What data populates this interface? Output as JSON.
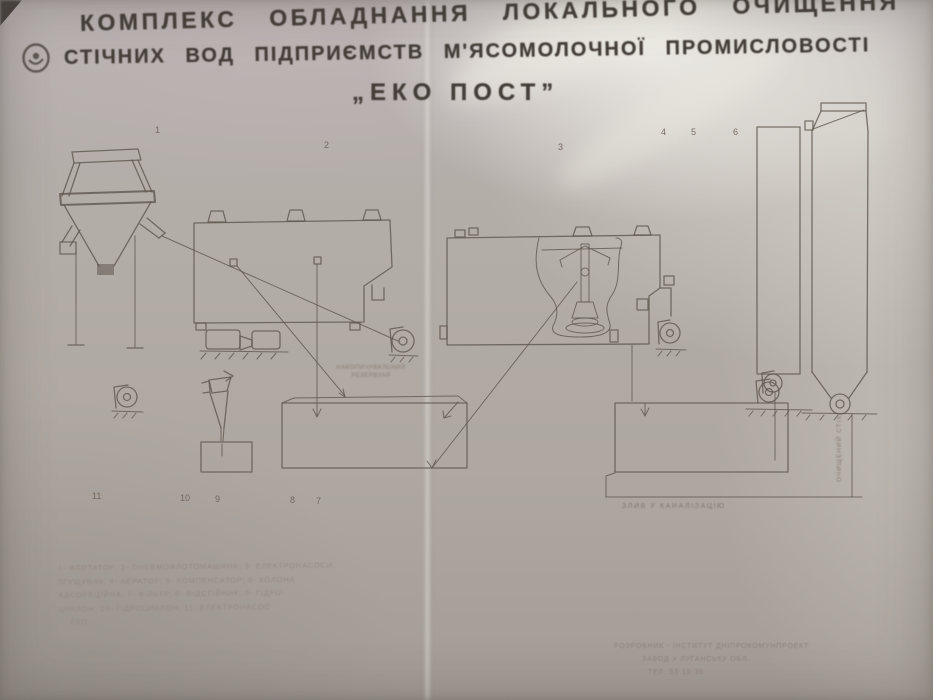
{
  "poster": {
    "title_line1": "КОМПЛЕКС ОБЛАДНАННЯ ЛОКАЛЬНОГО ОЧИЩЕННЯ",
    "title_line2": "СТІЧНИХ ВОД ПІДПРИЄМСТВ М'ЯСОМОЛОЧНОЇ ПРОМИСЛОВОСТІ",
    "title_line3": "„ЕКО ПОСТ”"
  },
  "callouts": {
    "top": [
      "1",
      "2",
      "3",
      "4",
      "5",
      "6"
    ],
    "bottom": [
      "11",
      "10",
      "9",
      "8",
      "7"
    ]
  },
  "labels": {
    "sludge_tank_line1": "НАКОПИЧУВАЛЬНИЙ",
    "sludge_tank_line2": "РЕЗЕРВУАР",
    "drain": "ЗЛИВ У КАНАЛІЗАЦІЮ",
    "effluent": "ОЧИЩЕНИЙ СТІК"
  },
  "legend": {
    "line1": "1- ФЛОТАТОР;  2- ПНЕВМОФЛОТОМАШИНА;  3- ЕЛЕКТРОНАСОСИ;",
    "line2": "ЗГУЩУВАЧ;  4- АЕРАТОР;  5- КОМПЕНСАТОР;  6- КОЛОНА",
    "line3": "АДСОРБЦІЙНА;  7- ФІЛЬТР;  8- ВІДСТІЙНИК;  9- ГІДРО-",
    "line4": "ЦИКЛОН;  10- ГІДРОЦИКЛОН;  11- ЕЛЕКТРОНАСОС",
    "line5": "ЕКО"
  },
  "developer": {
    "line1": "РОЗРОБНИК - ІНСТИТУТ ДНІПРОКОМУНПРОЕКТ",
    "line2": "ЗАВОД У ЛУГАНСЬКУ ОБЛ.",
    "line3": "ТЕЛ. 53-19-39"
  },
  "colors": {
    "paper": "#b1aba5",
    "ink": "#5f584f",
    "title_ink": "#443e39"
  },
  "icons": {
    "stamp": "quality-stamp-icon"
  }
}
